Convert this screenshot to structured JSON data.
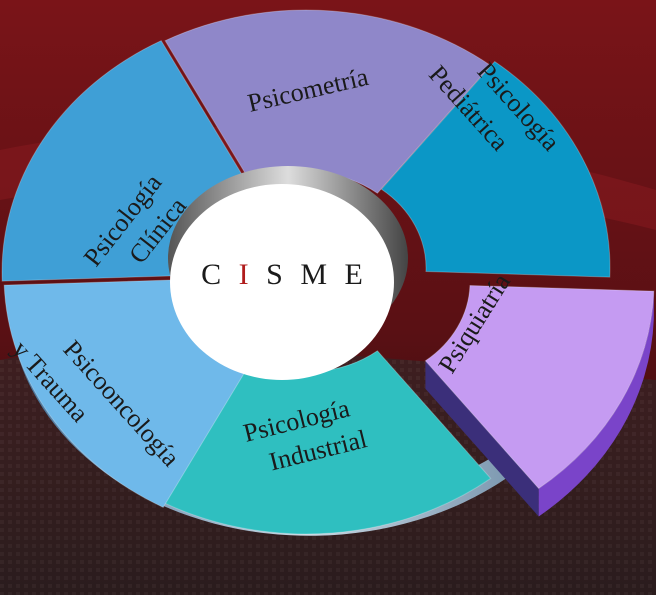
{
  "center": {
    "letters": [
      "C",
      "I",
      "S",
      "M",
      "E"
    ],
    "colors": [
      "#1a1a1a",
      "#b01c1c",
      "#1a1a1a",
      "#1a1a1a",
      "#1a1a1a"
    ]
  },
  "segments": [
    {
      "id": "psicometria",
      "lines": [
        "Psicometría"
      ],
      "color": "#8f87c9"
    },
    {
      "id": "pediatrica",
      "lines": [
        "Psicología",
        "Pediátrica"
      ],
      "color": "#0b97c6"
    },
    {
      "id": "psiquiatria",
      "lines": [
        "Psiquiatría"
      ],
      "color": "#c59bf2"
    },
    {
      "id": "industrial",
      "lines": [
        "Psicología",
        "Industrial"
      ],
      "color": "#2fbfc0"
    },
    {
      "id": "psicooncologia",
      "lines": [
        "Psicooncología",
        "y Trauma"
      ],
      "color": "#6fb9ea"
    },
    {
      "id": "clinica",
      "lines": [
        "Psicología",
        "Clínica"
      ],
      "color": "#3f9fd6"
    }
  ],
  "colors": {
    "background_top": "#7a1418",
    "background_bottom": "#2a0a0c",
    "ring_side": "#3d6a92",
    "hole": "#ffffff"
  }
}
